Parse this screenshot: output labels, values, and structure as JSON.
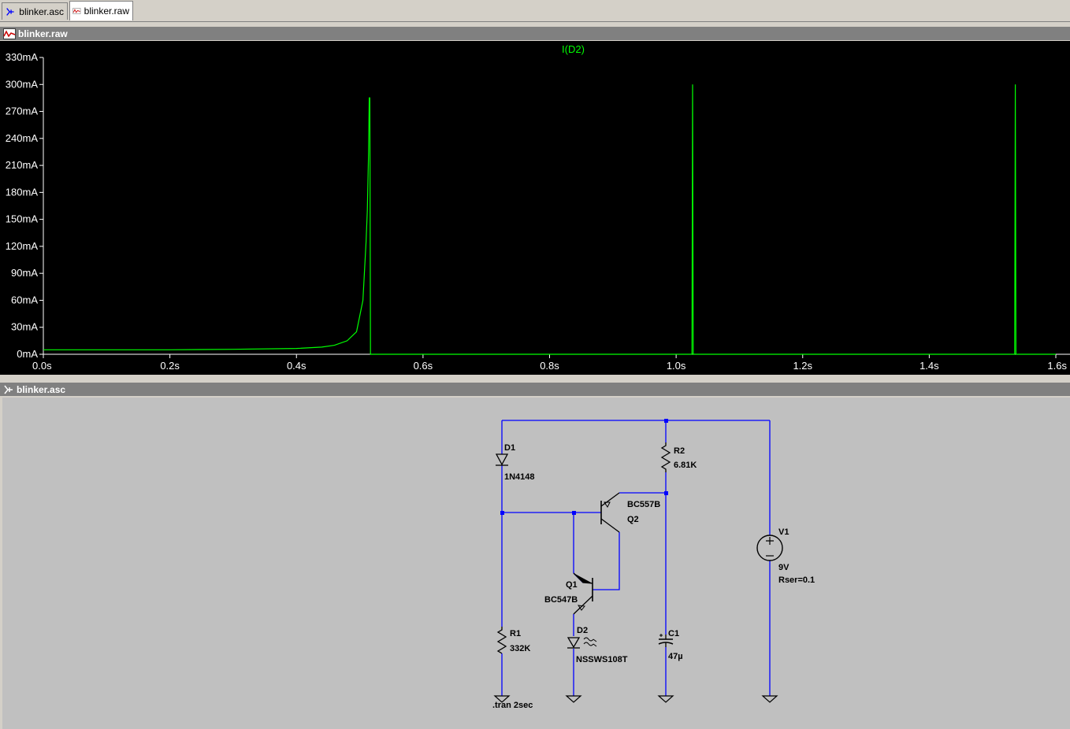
{
  "tabs": [
    {
      "label": "blinker.asc",
      "icon": "schematic-icon"
    },
    {
      "label": "blinker.raw",
      "icon": "waveform-icon",
      "active": true
    }
  ],
  "plot_window": {
    "title": "blinker.raw"
  },
  "schematic_window": {
    "title": "blinker.asc"
  },
  "colors": {
    "trace": "#00ff00",
    "wire": "#0000ff",
    "plot_bg": "#000000",
    "schematic_bg": "#c0c0c0"
  },
  "chart_data": {
    "type": "line",
    "series": [
      {
        "name": "I(D2)",
        "x": [
          0.0,
          0.1,
          0.2,
          0.3,
          0.4,
          0.44,
          0.46,
          0.48,
          0.495,
          0.505,
          0.51,
          0.512,
          0.514,
          0.515,
          0.516,
          0.517,
          1.025,
          1.026,
          1.027,
          1.535,
          1.536,
          1.537,
          1.6
        ],
        "y": [
          5,
          5,
          5,
          5.5,
          6.5,
          8,
          10,
          15,
          25,
          60,
          125,
          160,
          225,
          285,
          285,
          0,
          0,
          300,
          0,
          0,
          300,
          0,
          0
        ]
      }
    ],
    "xlabel": "",
    "ylabel": "",
    "xlim": [
      0.0,
      1.6
    ],
    "ylim": [
      0,
      330
    ],
    "xticks": [
      "0.0s",
      "0.2s",
      "0.4s",
      "0.6s",
      "0.8s",
      "1.0s",
      "1.2s",
      "1.4s",
      "1.6s"
    ],
    "yticks": [
      "0mA",
      "30mA",
      "60mA",
      "90mA",
      "120mA",
      "150mA",
      "180mA",
      "210mA",
      "240mA",
      "270mA",
      "300mA",
      "330mA"
    ],
    "grid": false,
    "legend": "top-center"
  },
  "schematic": {
    "D1": {
      "ref": "D1",
      "value": "1N4148"
    },
    "R2": {
      "ref": "R2",
      "value": "6.81K"
    },
    "Q2": {
      "ref": "Q2",
      "value": "BC557B"
    },
    "Q1": {
      "ref": "Q1",
      "value": "BC547B"
    },
    "V1": {
      "ref": "V1",
      "value": "9V",
      "param": "Rser=0.1"
    },
    "R1": {
      "ref": "R1",
      "value": "332K"
    },
    "D2": {
      "ref": "D2",
      "value": "NSSWS108T"
    },
    "C1": {
      "ref": "C1",
      "value": "47µ"
    },
    "directive": ".tran 2sec"
  }
}
